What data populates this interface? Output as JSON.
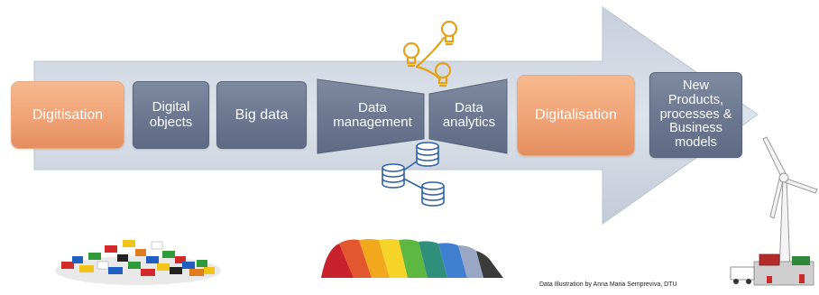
{
  "steps": {
    "digitisation": "Digitisation",
    "digital_objects": "Digital\nobjects",
    "big_data": "Big data",
    "data_management": "Data\nmanagement",
    "data_analytics": "Data\nanalytics",
    "digitalisation": "Digitalisation",
    "new_products": "New\nProducts,\nprocesses &\nBusiness\nmodels"
  },
  "credit": "Data Illustration by Anna Maria Sempreviva, DTU",
  "colors": {
    "arrow": "#d3d9e3",
    "orange_box": "#f0a276",
    "slate_box": "#6b7790",
    "bulb": "#e2a21a",
    "database": "#2f62a8"
  },
  "icons": [
    "lightbulb-icon",
    "database-icon",
    "lego-bricks-pile-icon",
    "lego-color-sorted-bricks-icon",
    "lego-wind-turbine-icon"
  ]
}
